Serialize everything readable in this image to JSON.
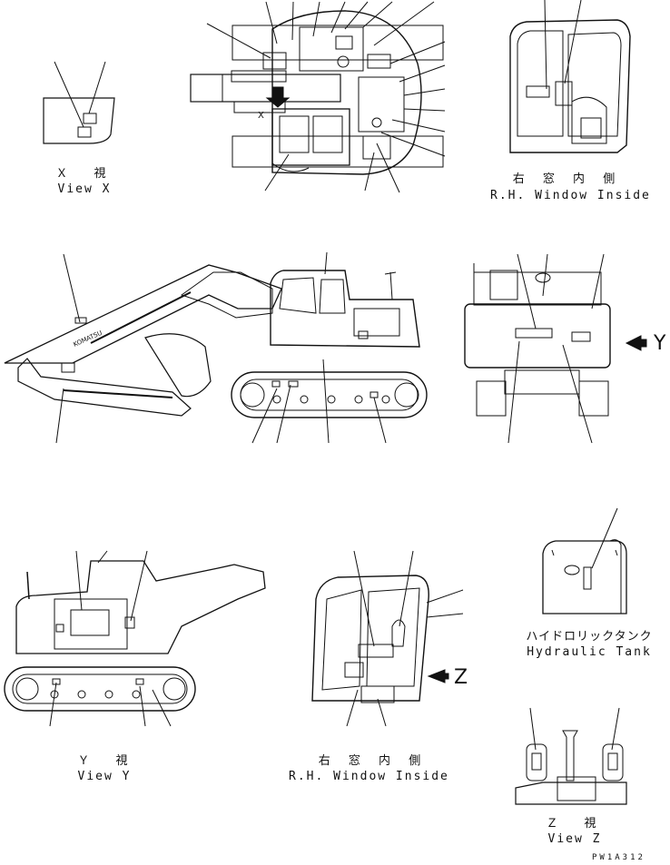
{
  "views": {
    "view_x": {
      "jp": "Ｘ　視",
      "en": "View X"
    },
    "rh_window_top": {
      "jp": "右 窓 内 側",
      "en": "R.H. Window Inside"
    },
    "view_y": {
      "jp": "Ｙ　視",
      "en": "View Y"
    },
    "rh_window_bottom": {
      "jp": "右 窓 内 側",
      "en": "R.H. Window Inside"
    },
    "hydraulic_tank": {
      "jp": "ハイドロリックタンク",
      "en": "Hydraulic Tank"
    },
    "view_z": {
      "jp": "Ｚ　視",
      "en": "View Z"
    }
  },
  "arrows": {
    "y_marker": "Y",
    "z_marker": "Z"
  },
  "boom_logo": "KOMATSU",
  "drawing_code": "PW1A312"
}
